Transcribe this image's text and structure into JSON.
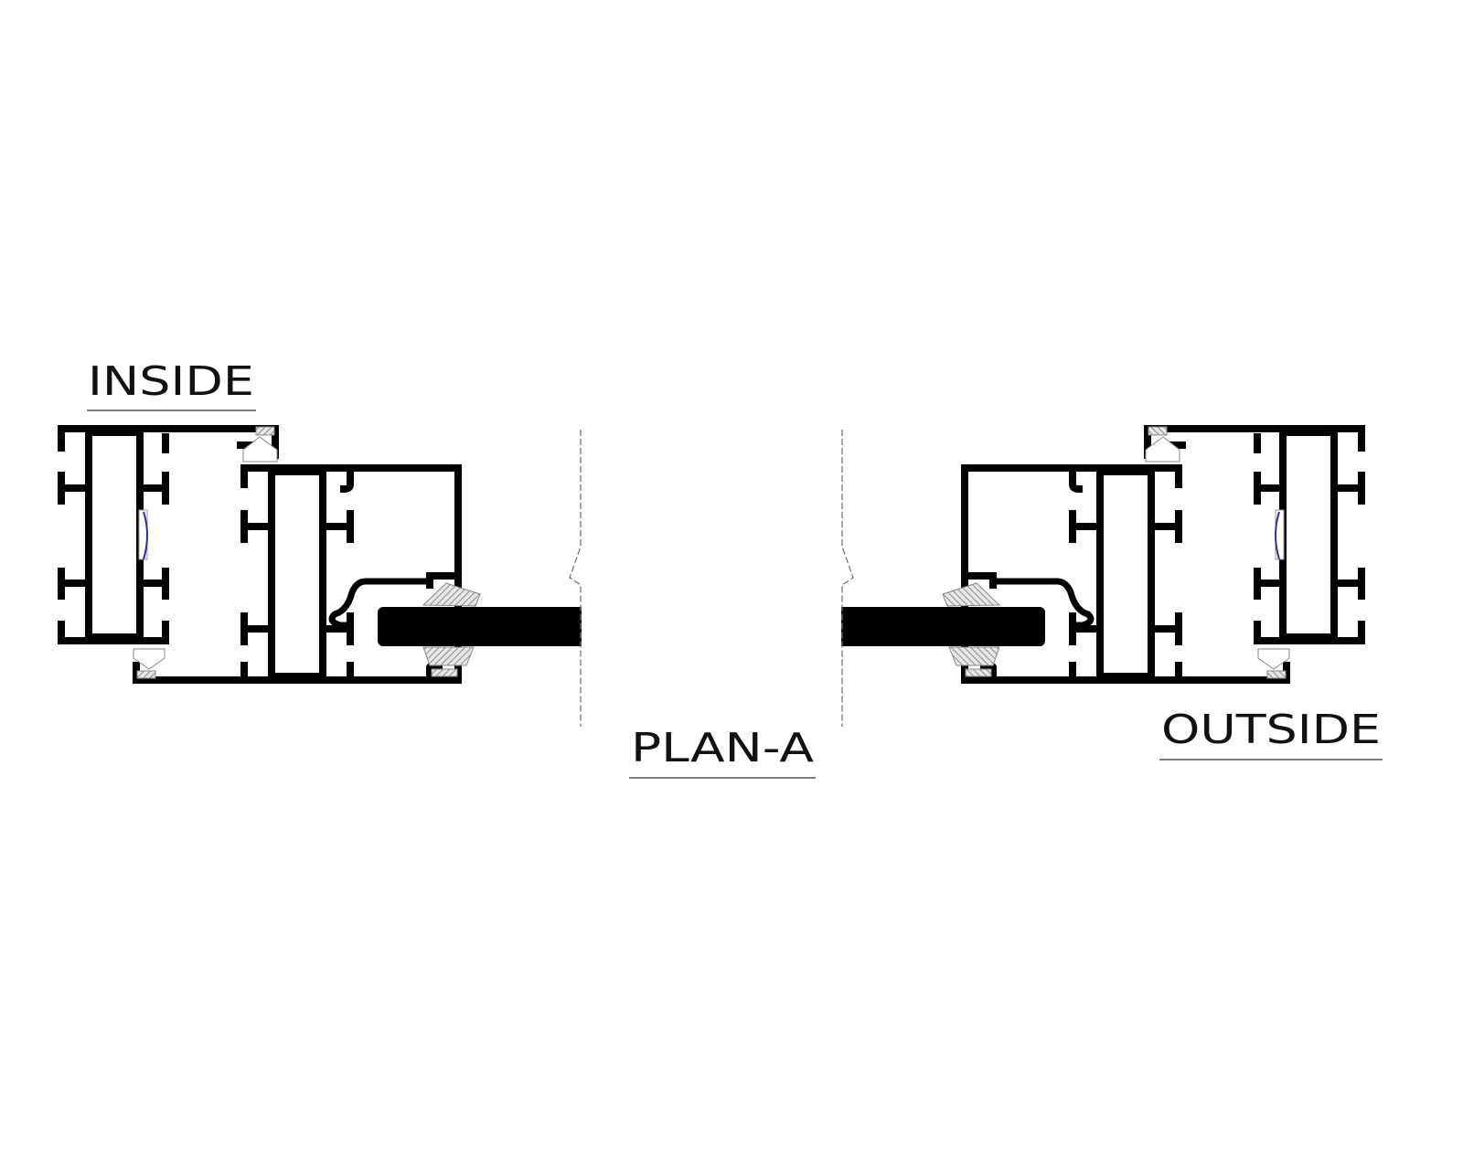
{
  "labels": {
    "inside": "INSIDE",
    "plan": "PLAN-A",
    "outside": "OUTSIDE"
  },
  "colors": {
    "line": "#000000",
    "underline": "#555555",
    "gasket": "#9a9a9a",
    "spacer": "#2b2f9e"
  }
}
